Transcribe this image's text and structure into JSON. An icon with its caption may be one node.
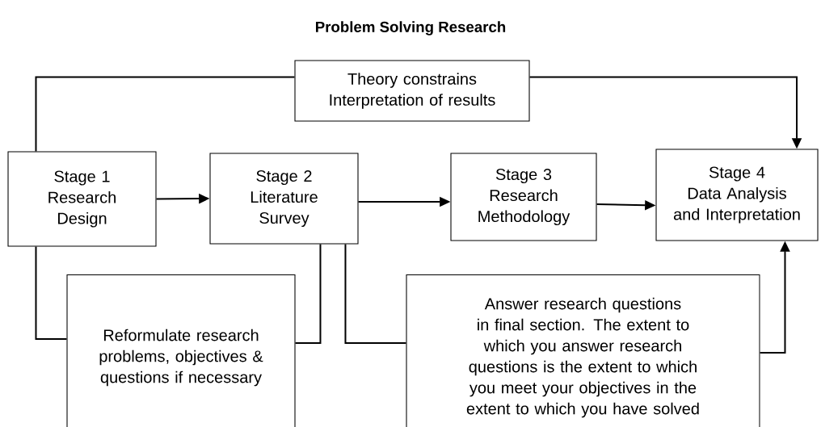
{
  "diagram": {
    "title": "Problem Solving Research",
    "nodes": [
      {
        "text": [
          "Theory constrains Interpretation of results"
        ]
      },
      {
        "text": [
          "Stage 1",
          "Research Design"
        ]
      },
      {
        "text": [
          "Stage 2",
          "Literature Survey"
        ]
      },
      {
        "text": [
          "Stage 3",
          "Research Methodology"
        ]
      },
      {
        "text": [
          "Stage 4",
          "Data Analysis and Interpretation"
        ]
      },
      {
        "text": [
          "Reformulate research problems, objectives & questions if necessary"
        ]
      },
      {
        "text": [
          "Answer research questions in final section. The extent to which you answer research questions is the extent to which you meet your objectives in the extent to which you have solved"
        ]
      }
    ],
    "edges": [
      {
        "from": 1,
        "to": 0,
        "arrow": "none"
      },
      {
        "from": 0,
        "to": 4,
        "arrow": "to"
      },
      {
        "from": 1,
        "to": 2,
        "arrow": "to"
      },
      {
        "from": 2,
        "to": 3,
        "arrow": "to"
      },
      {
        "from": 3,
        "to": 4,
        "arrow": "to"
      },
      {
        "from": 1,
        "to": 5,
        "arrow": "none"
      },
      {
        "from": 5,
        "to": 2,
        "arrow": "none"
      },
      {
        "from": 2,
        "to": 6,
        "arrow": "none"
      },
      {
        "from": 6,
        "to": 4,
        "arrow": "to"
      }
    ]
  }
}
